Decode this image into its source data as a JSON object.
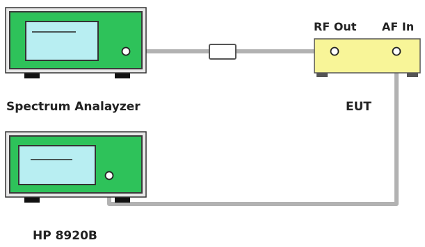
{
  "devices": {
    "spectrum_analyzer": {
      "label": "Spectrum Analayzer"
    },
    "hp_generator": {
      "label": "HP 8920B"
    },
    "eut": {
      "label": "EUT",
      "rf_out_label": "RF Out",
      "af_in_label": "AF In"
    }
  },
  "colors": {
    "instrument_body": "#2ec25a",
    "instrument_frame": "#e8e8e8",
    "screen": "#b8eef2",
    "eut_body": "#f8f598",
    "cable": "#b2b2b2",
    "attenuator": "#ffffff",
    "feet": "#111111",
    "text": "#222222"
  }
}
